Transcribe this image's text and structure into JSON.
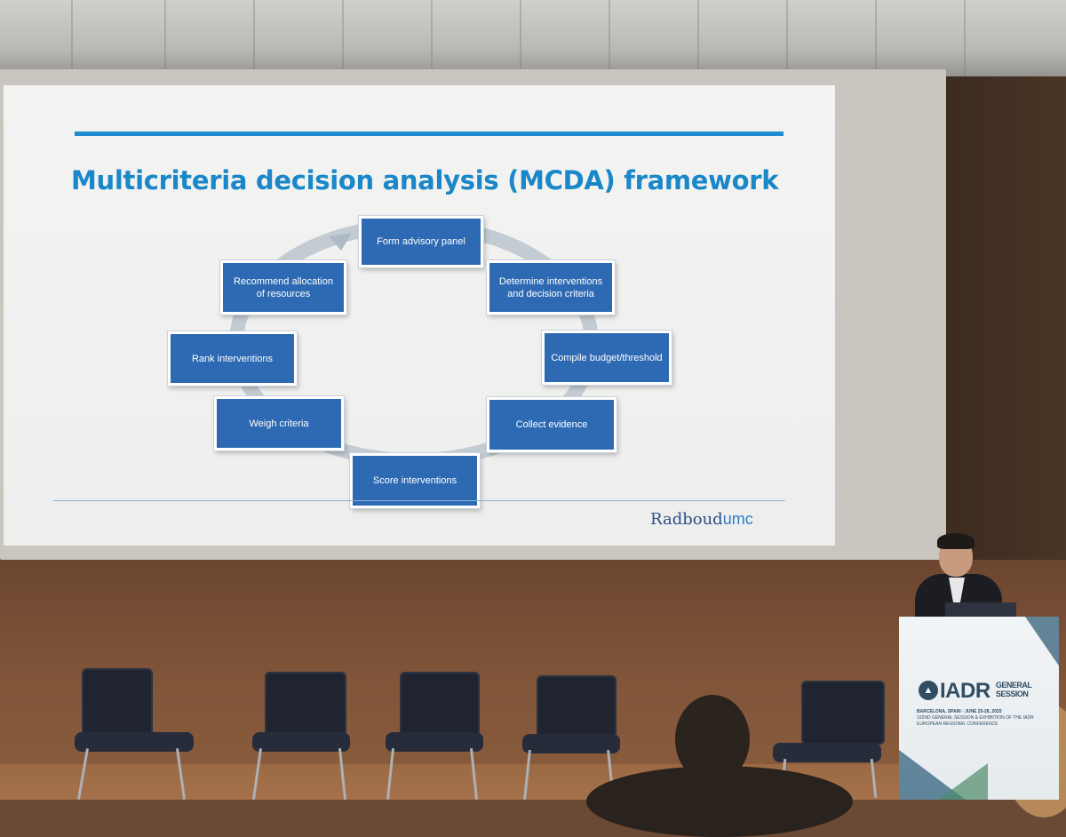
{
  "slide": {
    "title": "Multicriteria decision analysis (MCDA) framework",
    "steps": [
      "Form advisory panel",
      "Determine interventions and decision criteria",
      "Compile budget/threshold",
      "Collect evidence",
      "Score interventions",
      "Weigh criteria",
      "Rank interventions",
      "Recommend allocation of resources"
    ],
    "logo": {
      "part1": "Radboud",
      "part2": "umc"
    }
  },
  "podium": {
    "brand": "IADR",
    "tag_line1": "GENERAL",
    "tag_line2": "SESSION",
    "location": "BARCELONA, SPAIN · JUNE 25-28, 2025",
    "subline": "102ND GENERAL SESSION & EXHIBITION OF THE IADR",
    "subline2": "EUROPEAN REGIONAL CONFERENCE"
  },
  "colors": {
    "title_blue": "#1a87c8",
    "node_blue": "#2d6ab3",
    "rule_blue": "#1f8ed0"
  }
}
